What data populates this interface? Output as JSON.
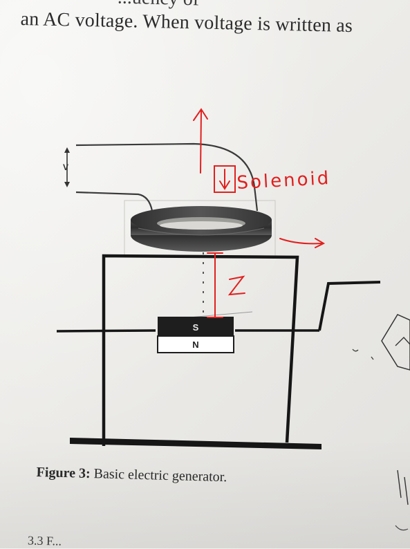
{
  "page": {
    "top_line": "an AC voltage.  When voltage is written as",
    "cut_top_line": "...uency of",
    "section_stub": "3.3 F..."
  },
  "figure": {
    "caption_label": "Figure 3:",
    "caption_text": "Basic electric generator.",
    "magnet": {
      "south_label": "S",
      "north_label": "N"
    },
    "voltage_label": "V"
  },
  "annotations": {
    "solenoid_label": "Solenoid",
    "z_label": "z",
    "ink_color": "#e0201e"
  }
}
